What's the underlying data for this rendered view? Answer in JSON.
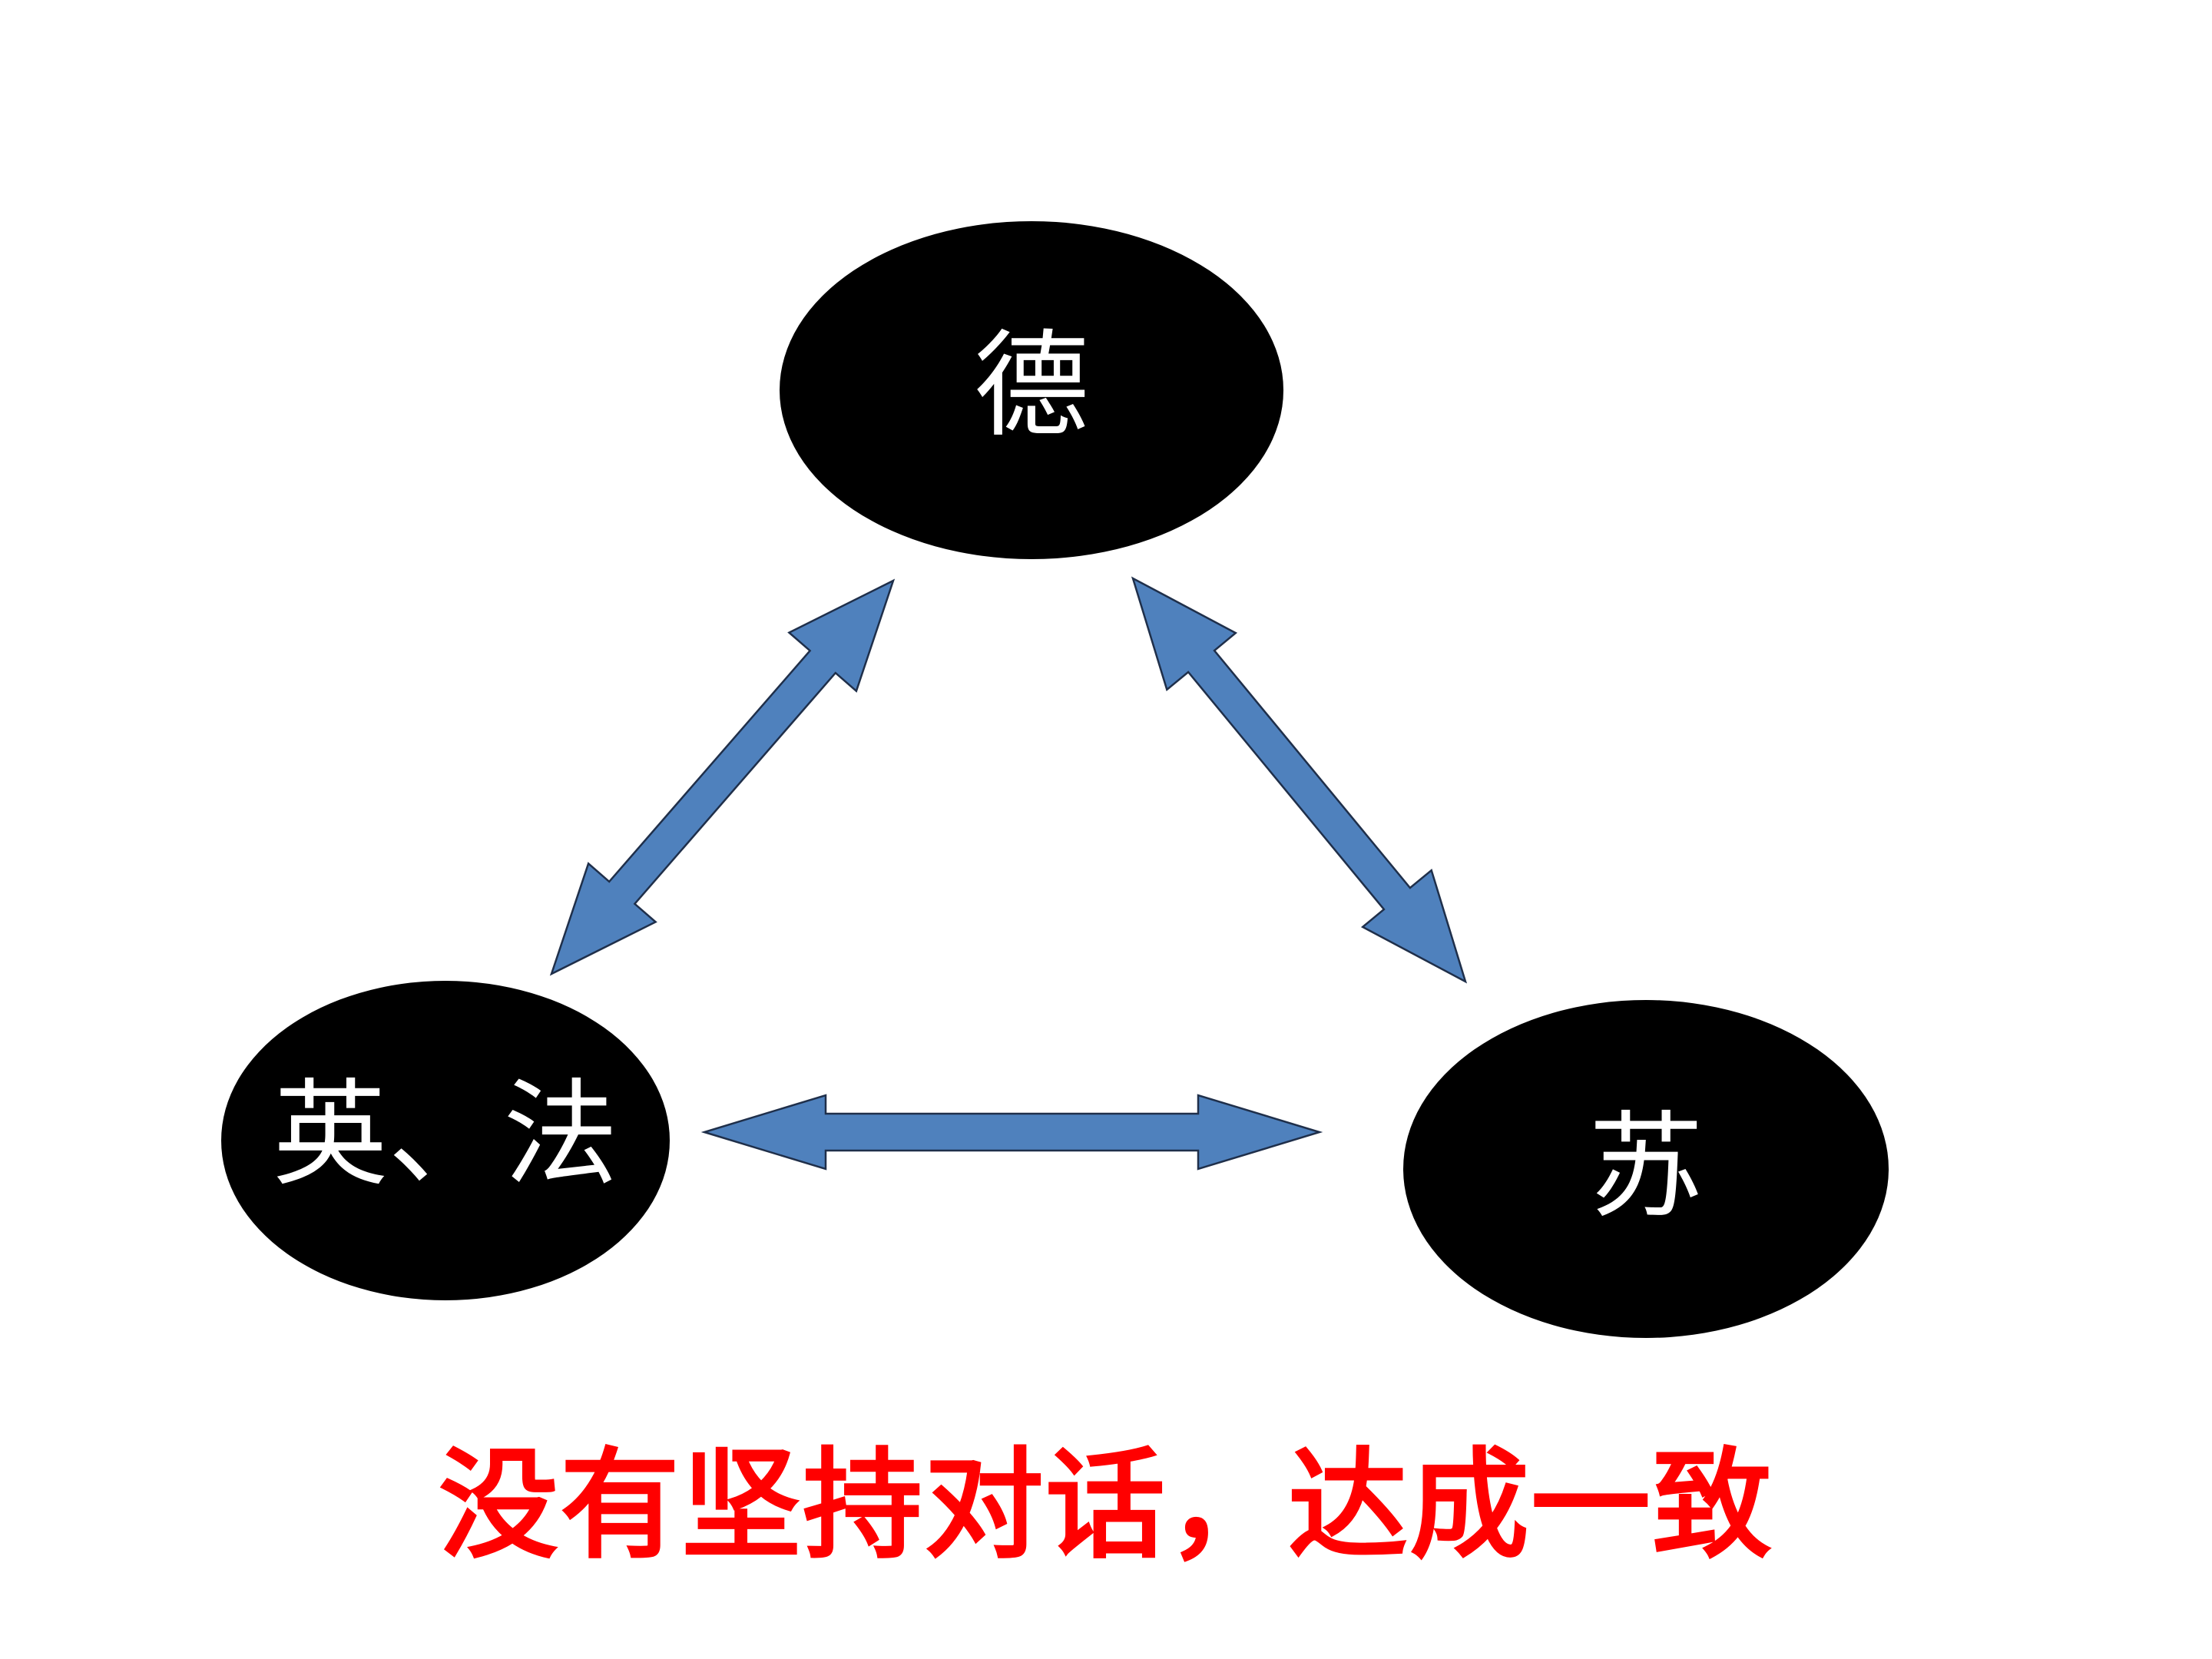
{
  "colors": {
    "background": "#ffffff",
    "node_fill": "#000000",
    "node_text": "#ffffff",
    "arrow_fill": "#4f81bd",
    "caption_text": "#ff0000"
  },
  "nodes": {
    "top": {
      "label": "德"
    },
    "left": {
      "label": "英、法"
    },
    "right": {
      "label": "苏"
    }
  },
  "edges": [
    {
      "from": "top",
      "to": "left",
      "type": "double-arrow"
    },
    {
      "from": "top",
      "to": "right",
      "type": "double-arrow"
    },
    {
      "from": "left",
      "to": "right",
      "type": "double-arrow"
    }
  ],
  "caption": "没有坚持对话，达成一致"
}
